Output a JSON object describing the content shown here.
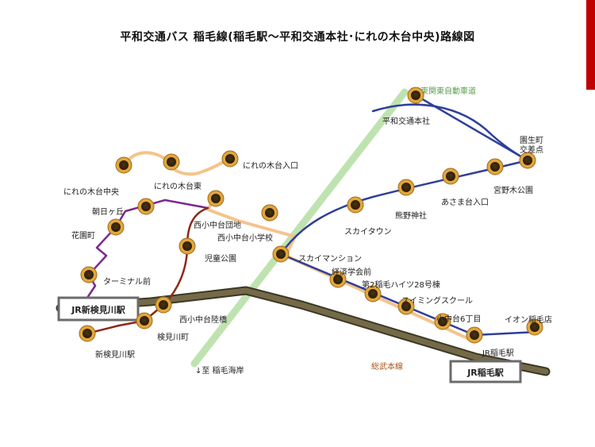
{
  "title": "平和交通バス 稲毛線(稲毛駅～平和交通本社･にれの木台中央)路線図",
  "colors": {
    "route_blue": "#2f3f9a",
    "route_purple": "#7a2a8e",
    "route_brown": "#8a2a1a",
    "route_orange": "#f4c48c",
    "expressway": "#b8e0a8",
    "rail": "#6b6447",
    "stop_fill": "#3b2a10",
    "stop_ring": "#e3a63a",
    "accent_bar": "#c00000"
  },
  "lines": {
    "expressway": "東関東自動車道",
    "sobu": "総武本線",
    "seaside_label": "↓至 稲毛海岸"
  },
  "stations": {
    "shinkemigawa": "JR新検見川駅",
    "inage": "JR稲毛駅"
  },
  "stops": [
    {
      "id": "heiwa-honsha",
      "label": "平和交通本社"
    },
    {
      "id": "sonnocho",
      "label": "園生町\n交差点"
    },
    {
      "id": "miyanogi-koen",
      "label": "宮野木公園"
    },
    {
      "id": "asama-iriguchi",
      "label": "あさま台入口"
    },
    {
      "id": "kumano-jinja",
      "label": "熊野神社"
    },
    {
      "id": "sky-town",
      "label": "スカイタウン"
    },
    {
      "id": "sky-mansion",
      "label": "スカイマンション"
    },
    {
      "id": "keizai-gakkai",
      "label": "経済学会前"
    },
    {
      "id": "dai2-heights",
      "label": "第2稲毛ハイツ28号棟"
    },
    {
      "id": "swimming",
      "label": "スイミングスクール"
    },
    {
      "id": "sakusa-6",
      "label": "小中台6丁目"
    },
    {
      "id": "jr-inage",
      "label": "JR稲毛駅"
    },
    {
      "id": "aeon",
      "label": "イオン稲毛店"
    },
    {
      "id": "nirenoki-iriguchi",
      "label": "にれの木台入口"
    },
    {
      "id": "nirenoki-higashi",
      "label": "にれの木台東"
    },
    {
      "id": "nirenoki-chuo",
      "label": "にれの木台中央"
    },
    {
      "id": "asahigaoka",
      "label": "朝日ヶ丘"
    },
    {
      "id": "hanazono",
      "label": "花園町"
    },
    {
      "id": "terminal-mae",
      "label": "ターミナル前"
    },
    {
      "id": "shinkemigawa-eki",
      "label": "新検見川駅"
    },
    {
      "id": "kemigawa-cho",
      "label": "検見川町"
    },
    {
      "id": "nishi-kochudai-ryokyo",
      "label": "西小中台陸橋"
    },
    {
      "id": "jido-koen",
      "label": "児童公園"
    },
    {
      "id": "nishi-kochudai-danchi",
      "label": "西小中台団地"
    },
    {
      "id": "nishi-kochudai-shogakko",
      "label": "西小中台小学校"
    }
  ]
}
